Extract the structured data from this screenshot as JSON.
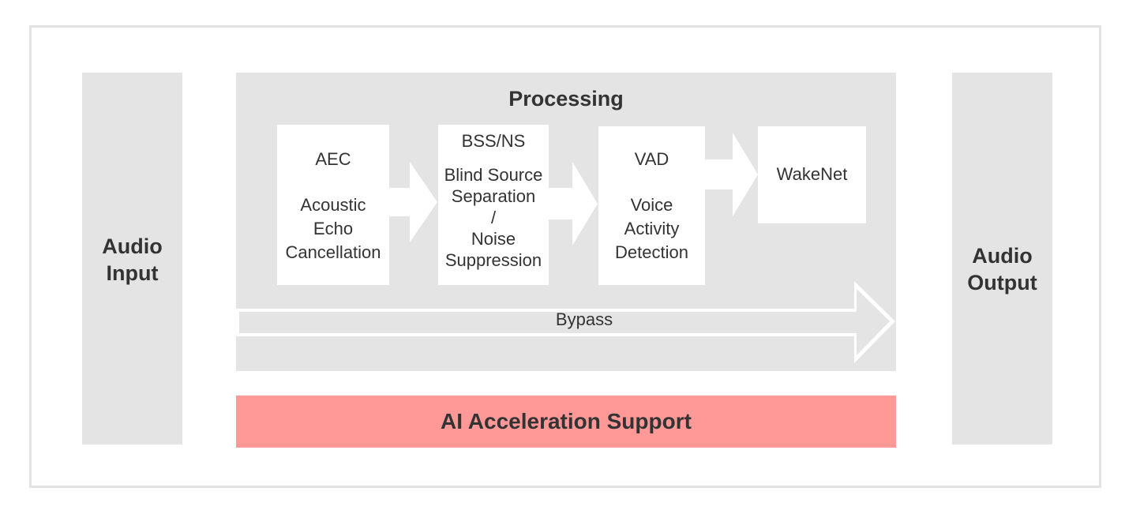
{
  "input": {
    "label": "Audio\nInput"
  },
  "output": {
    "label": "Audio\nOutput"
  },
  "processing": {
    "title": "Processing",
    "blocks": [
      {
        "abbr": "AEC",
        "full": "Acoustic\nEcho\nCancellation"
      },
      {
        "abbr": "BSS/NS",
        "full": "Blind Source\nSeparation\n/\nNoise\nSuppression"
      },
      {
        "abbr": "VAD",
        "full": "Voice\nActivity\nDetection"
      },
      {
        "abbr": "WakeNet"
      }
    ],
    "bypass": "Bypass"
  },
  "ai_support": "AI Acceleration Support",
  "colors": {
    "block_bg": "#e4e4e4",
    "ai_bar": "#fe9998",
    "box": "#ffffff"
  }
}
